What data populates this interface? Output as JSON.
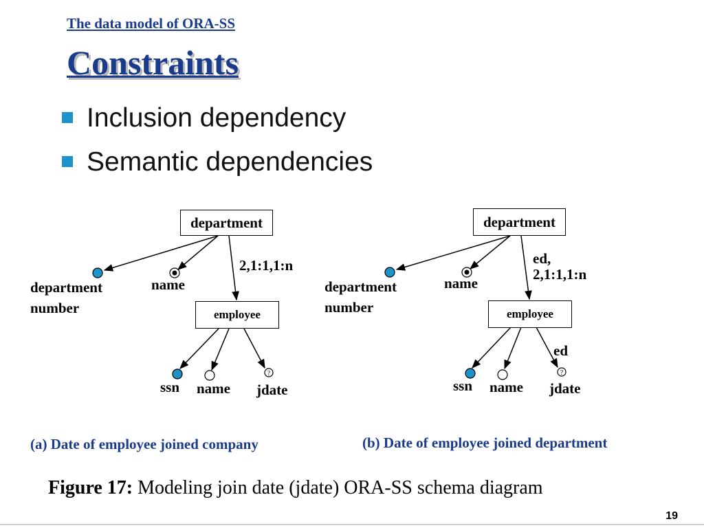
{
  "header": {
    "subtitle": "The data model of ORA-SS",
    "title": "Constraints"
  },
  "bullets": [
    "Inclusion dependency",
    "Semantic dependencies"
  ],
  "diagram_a": {
    "root": "department",
    "child": "employee",
    "edge_label": "2,1:1,1:n",
    "attrs": {
      "dept_number_line1": "department",
      "dept_number_line2": "number",
      "name": "name",
      "ssn": "ssn",
      "emp_name": "name",
      "jdate": "jdate"
    },
    "optional_mark": "?",
    "caption": "(a) Date of employee joined company"
  },
  "diagram_b": {
    "root": "department",
    "child": "employee",
    "edge_label_line1": "ed,",
    "edge_label_line2": "2,1:1,1:n",
    "attr_edge_label": "ed",
    "attrs": {
      "dept_number_line1": "department",
      "dept_number_line2": "number",
      "name": "name",
      "ssn": "ssn",
      "emp_name": "name",
      "jdate": "jdate"
    },
    "optional_mark": "?",
    "caption": "(b) Date of employee joined department"
  },
  "figure": {
    "label": "Figure 17:",
    "text": "Modeling join date (jdate) ORA-SS schema diagram"
  },
  "page_number": "19",
  "colors": {
    "heading": "#1a3a8c",
    "bullet": "#1e93c9",
    "key_attr_fill": "#1e93c9"
  }
}
